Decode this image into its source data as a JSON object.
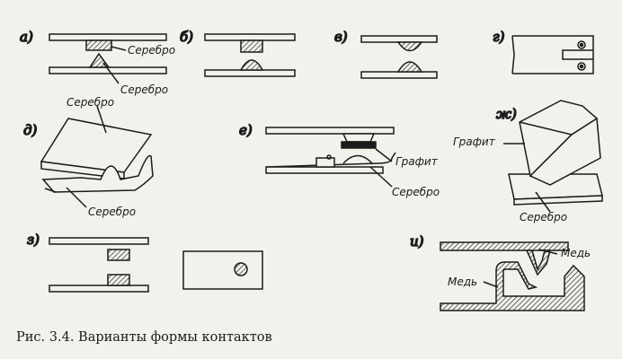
{
  "figure": {
    "caption": "Рис. 3.4. Варианты формы контактов",
    "variants": {
      "a": {
        "letter": "а)",
        "label_upper": "Серебро",
        "label_lower": "Серебро"
      },
      "b": {
        "letter": "б)"
      },
      "v": {
        "letter": "в)"
      },
      "g": {
        "letter": "г)"
      },
      "d": {
        "letter": "д)",
        "label_top": "Серебро",
        "label_bottom": "Серебро"
      },
      "e": {
        "letter": "е)",
        "label_graphite": "Графит",
        "label_silver": "Серебро"
      },
      "zh": {
        "letter": "ж)",
        "label_graphite": "Графит",
        "label_silver": "Серебро"
      },
      "z": {
        "letter": "з)"
      },
      "i": {
        "letter": "и)",
        "label_copper_top": "Медь",
        "label_copper_left": "Медь"
      }
    }
  }
}
